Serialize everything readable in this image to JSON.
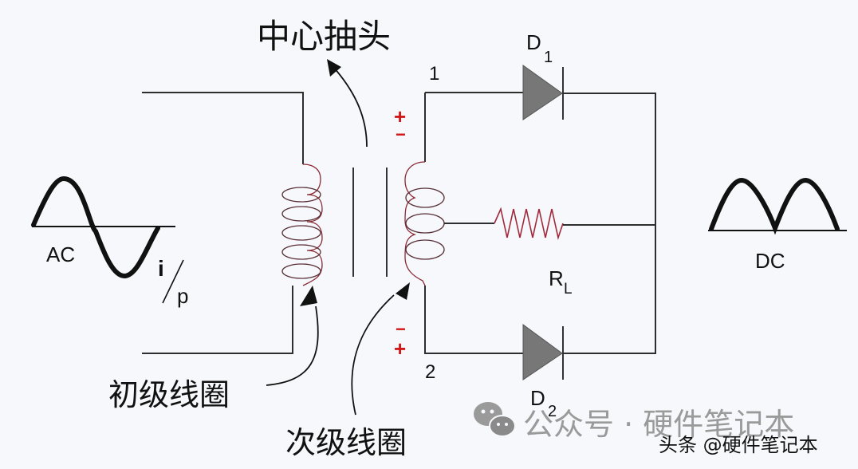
{
  "diagram": {
    "title": "Center-tapped full-wave rectifier",
    "labels": {
      "center_tap": "中心抽头",
      "primary_coil": "初级线圈",
      "secondary_coil": "次级线圈",
      "ac": "AC",
      "dc": "DC",
      "input_i": "i",
      "input_p": "p",
      "node_1": "1",
      "node_2": "2",
      "d1_main": "D",
      "d1_sub": "1",
      "d2_main": "D",
      "d2_sub": "2",
      "rl_main": "R",
      "rl_sub": "L"
    },
    "polarity": {
      "top_plus": "+",
      "top_minus": "−",
      "bottom_minus": "−",
      "bottom_plus": "+"
    },
    "colors": {
      "polarity": "#d01818",
      "coil": "#8a2a35",
      "resistor": "#a0283a",
      "diode_fill": "#777777",
      "wire": "#2e2e2e"
    }
  },
  "watermark": {
    "wechat_icon": "wechat-icon",
    "line1": "公众号 · 硬件笔记本",
    "line2": "头条 @硬件笔记本"
  }
}
